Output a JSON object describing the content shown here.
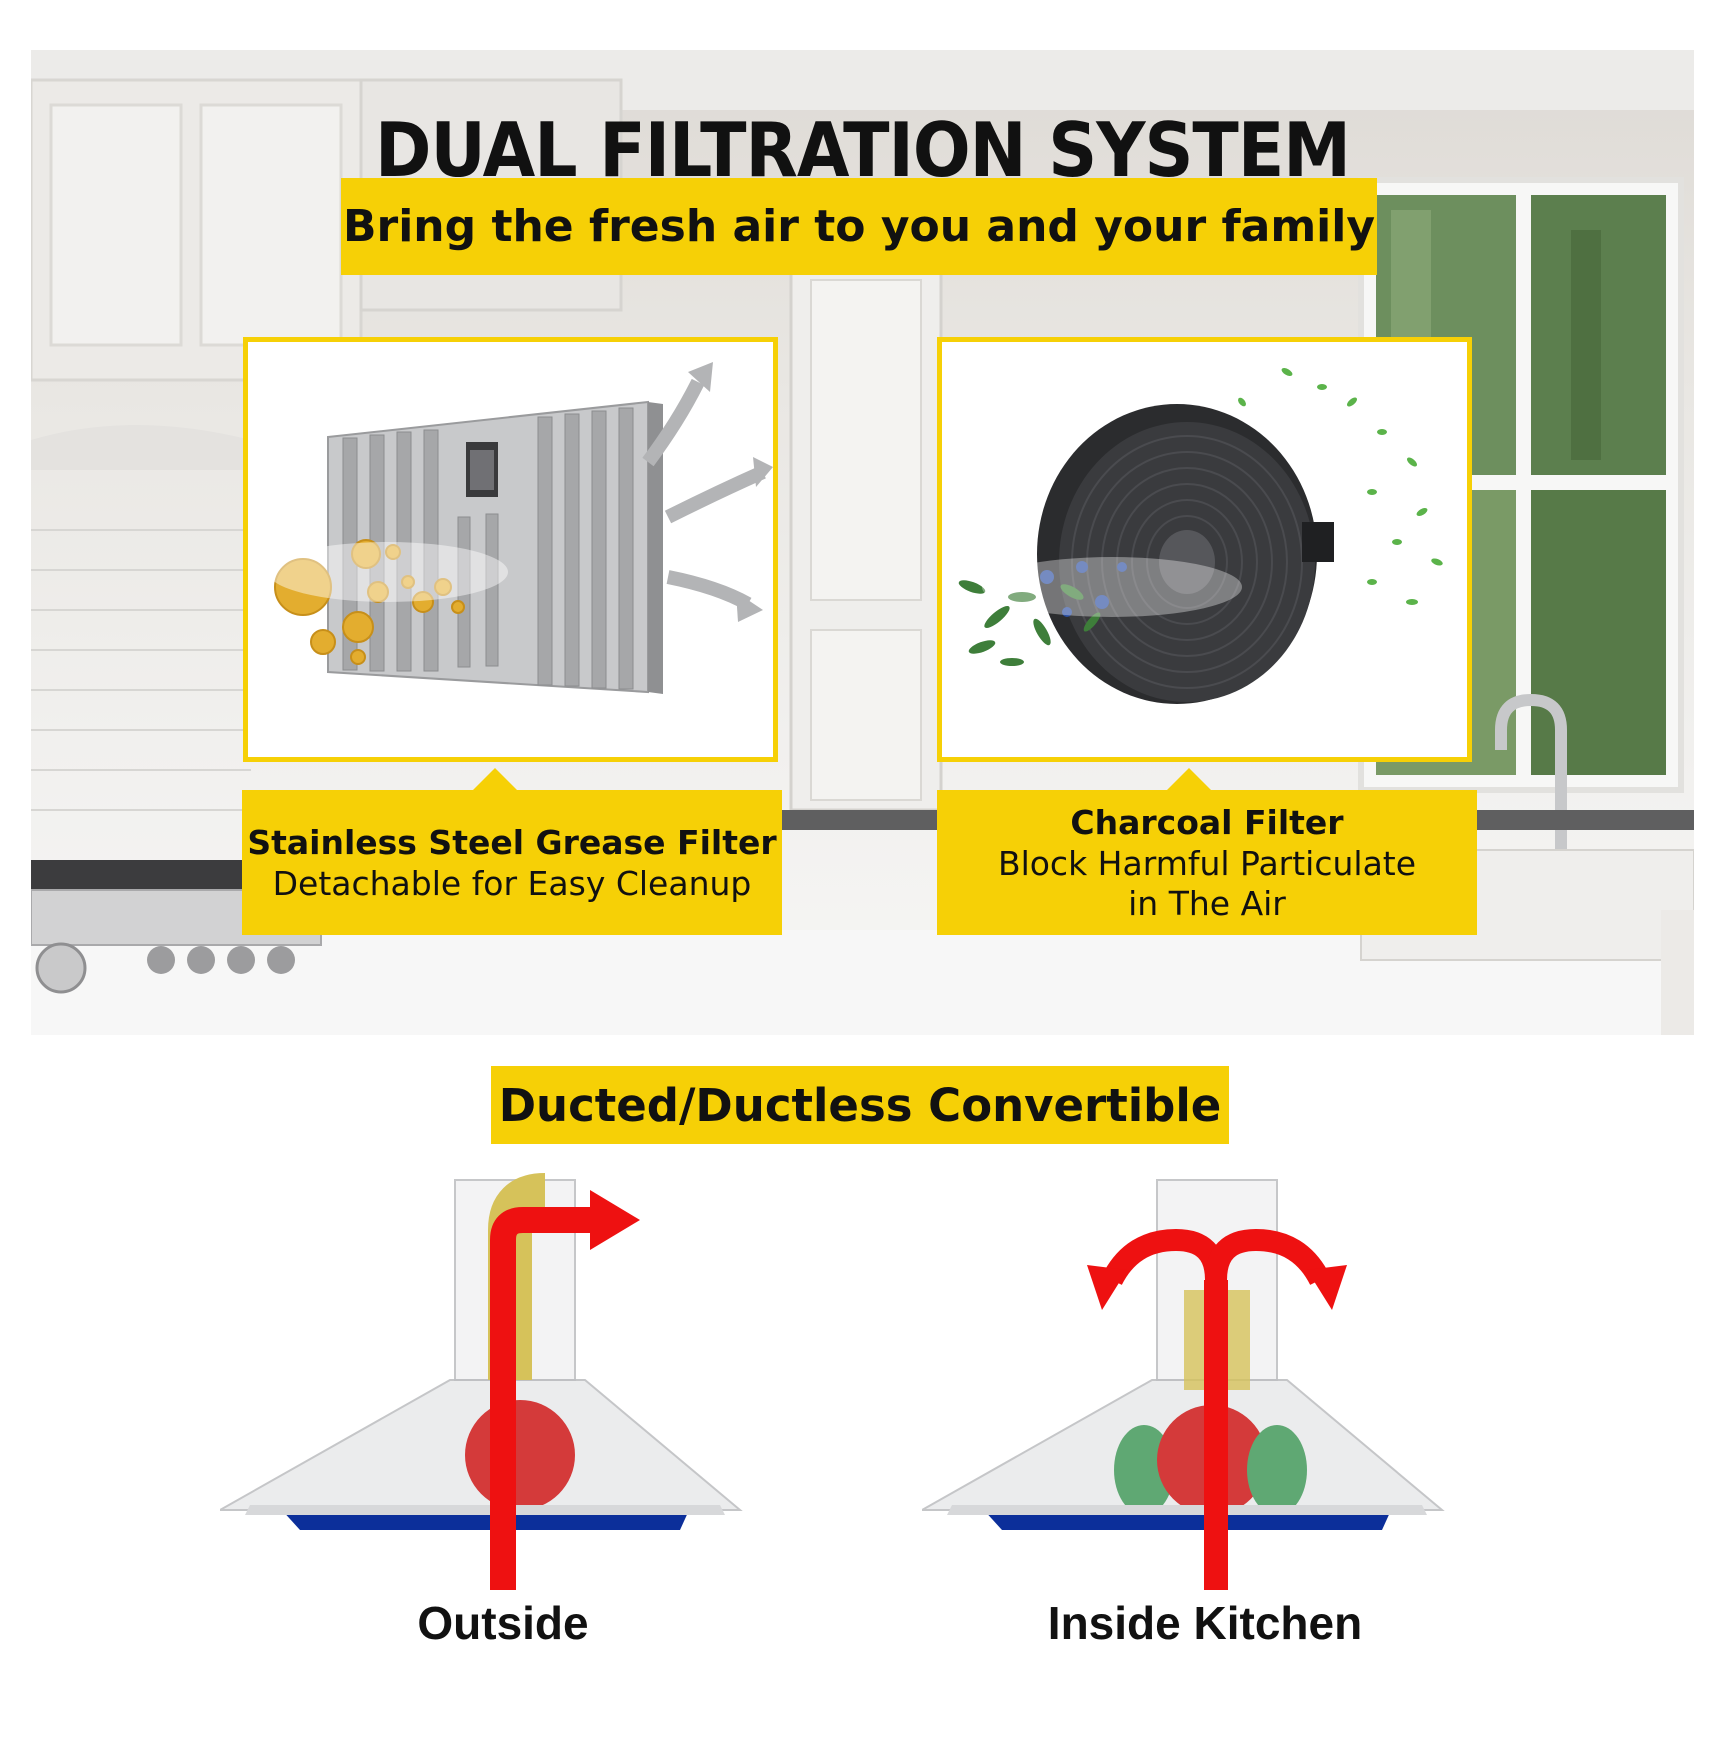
{
  "header": {
    "title": "DUAL FILTRATION SYSTEM",
    "subtitle": "Bring the fresh air to you and your family"
  },
  "filters": [
    {
      "title": "Stainless Steel Grease Filter",
      "description": "Detachable for Easy Cleanup",
      "icon": "stainless-steel-grease-filter-icon"
    },
    {
      "title": "Charcoal Filter",
      "description_line1": "Block Harmful Particulate",
      "description_line2": "in The Air",
      "icon": "charcoal-filter-icon"
    }
  ],
  "convertible": {
    "title": "Ducted/Ductless Convertible",
    "modes": [
      {
        "label": "Outside",
        "icon": "ducted-range-hood-icon"
      },
      {
        "label": "Inside Kitchen",
        "icon": "ductless-range-hood-icon"
      }
    ]
  },
  "colors": {
    "accent_yellow": "#f6d006",
    "airflow_red": "#ee1111",
    "filter_blue": "#0c2f9a",
    "charcoal_filter_green": "#5fa873",
    "text": "#111111"
  }
}
